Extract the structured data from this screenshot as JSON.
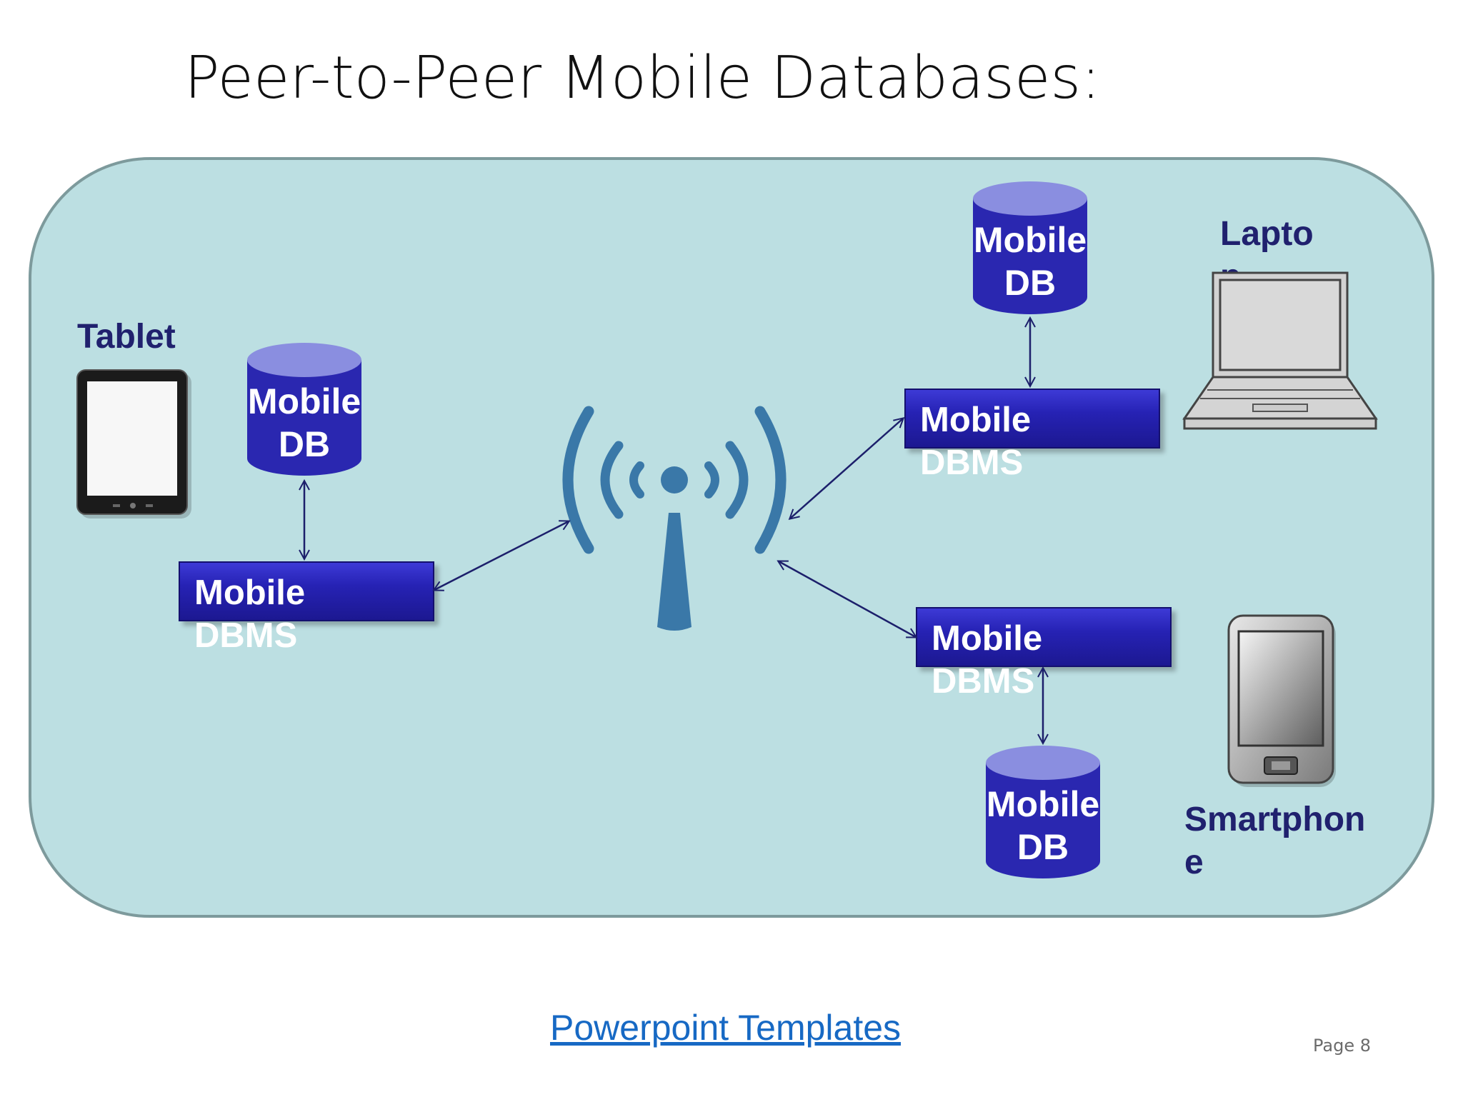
{
  "slide": {
    "title": "Peer-to-Peer Mobile Databases:",
    "footer_link": "Powerpoint Templates",
    "page_label": "Page 8"
  },
  "devices": {
    "tablet": "Tablet",
    "laptop": "Lapto\np",
    "smartphone": "Smartphon\ne"
  },
  "nodes": {
    "db_label": "Mobile\nDB",
    "dbms_label": "Mobile\nDBMS"
  },
  "colors": {
    "panel_fill": "#bcdfe2",
    "panel_border": "#7d9a9c",
    "dbms_fill": "#2622b4",
    "db_body": "#2a27b0",
    "db_top": "#8a8ee0",
    "antenna": "#3a78a8",
    "arrow": "#1c1f6b",
    "device_label": "#20216e",
    "link": "#1769c4"
  },
  "icons": [
    "wireless-antenna-icon",
    "tablet-icon",
    "laptop-icon",
    "smartphone-icon"
  ]
}
